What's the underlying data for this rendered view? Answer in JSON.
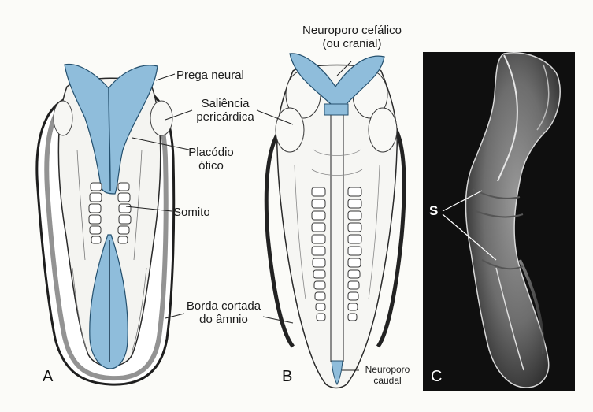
{
  "labels": {
    "prega_neural": "Prega neural",
    "saliencia": [
      "Saliência",
      "pericárdica"
    ],
    "placodio": [
      "Placódio",
      "ótico"
    ],
    "somito": "Somito",
    "borda": [
      "Borda cortada",
      "do âmnio"
    ],
    "neuroporo_cefalico": [
      "Neuroporo cefálico",
      "(ou cranial)"
    ],
    "neuroporo_caudal": [
      "Neuroporo",
      "caudal"
    ],
    "s": "S"
  },
  "panels": {
    "a": "A",
    "b": "B",
    "c": "C"
  },
  "colors": {
    "neural_blue": "#8fbddb",
    "outline": "#1e1e1e",
    "photo_bg": "#0f0f0f"
  }
}
